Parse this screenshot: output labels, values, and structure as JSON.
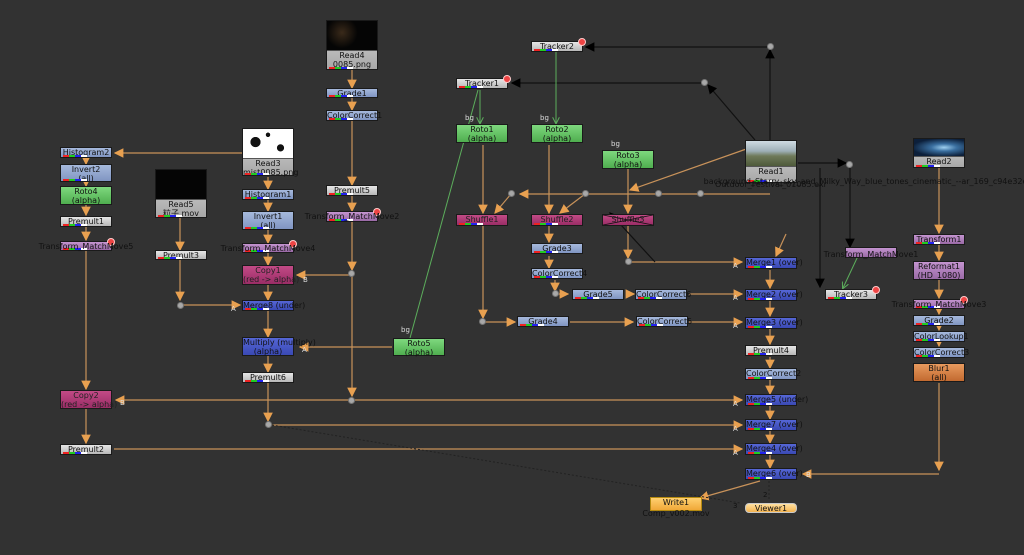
{
  "app": "Nuke Node Graph",
  "colors": {
    "background": "#323232",
    "pipe": "#e8a050",
    "tracker_link": "#000000",
    "expression_link": "#5cae5c",
    "merge_node": "#4a59c6",
    "color_node": "#93a8d0",
    "roto_node": "#66c466",
    "shuffle_node": "#b03c78",
    "transform_node": "#ae7fba",
    "filter_node": "#d88248",
    "write_node": "#f8c050"
  },
  "nodes": {
    "read4": {
      "name": "Read4",
      "sub": "0085.png"
    },
    "grade1": {
      "name": "Grade1"
    },
    "colorcorrect1": {
      "name": "ColorCorrect1"
    },
    "premult5": {
      "name": "Premult5"
    },
    "tmm2": {
      "name": "Transform_MatchMove2"
    },
    "read3": {
      "name": "Read3",
      "sub": "mist0085.png"
    },
    "histogram1": {
      "name": "Histogram1"
    },
    "invert1": {
      "name": "Invert1",
      "sub": "(all)"
    },
    "tmm4": {
      "name": "Transform_MatchMove4"
    },
    "copy1": {
      "name": "Copy1",
      "sub": "(red -> alpha)"
    },
    "merge8": {
      "name": "Merge8 (under)"
    },
    "multiply": {
      "name": "Multiply (multiply)",
      "sub": "(alpha)"
    },
    "premult6": {
      "name": "Premult6"
    },
    "histogram2": {
      "name": "Histogram2"
    },
    "invert2": {
      "name": "Invert2",
      "sub": "(all)"
    },
    "roto4": {
      "name": "Roto4",
      "sub": "(alpha)"
    },
    "premult1": {
      "name": "Premult1"
    },
    "tmm5": {
      "name": "Transform_MatchMove5"
    },
    "read5": {
      "name": "Read5",
      "sub": "粒子.mov"
    },
    "premult3": {
      "name": "Premult3"
    },
    "copy2": {
      "name": "Copy2",
      "sub": "(red -> alpha)"
    },
    "premult2": {
      "name": "Premult2"
    },
    "roto5": {
      "name": "Roto5",
      "sub": "(alpha)"
    },
    "tracker1": {
      "name": "Tracker1"
    },
    "tracker2": {
      "name": "Tracker2"
    },
    "roto1": {
      "name": "Roto1",
      "sub": "(alpha)"
    },
    "roto2": {
      "name": "Roto2",
      "sub": "(alpha)"
    },
    "roto3": {
      "name": "Roto3",
      "sub": "(alpha)"
    },
    "shuffle1": {
      "name": "Shuffle1"
    },
    "shuffle2": {
      "name": "Shuffle2"
    },
    "shuffle3": {
      "name": "Shuffle3"
    },
    "grade3": {
      "name": "Grade3"
    },
    "colorcorrect4": {
      "name": "ColorCorrect4"
    },
    "grade5": {
      "name": "Grade5"
    },
    "colorcorrect6": {
      "name": "ColorCorrect6"
    },
    "grade4": {
      "name": "Grade4"
    },
    "colorcorrect5": {
      "name": "ColorCorrect5"
    },
    "read1": {
      "name": "Read1",
      "sub": "Outdoor_Festival_01085.exr"
    },
    "read1_overlap": {
      "name": "background_Starry_sky_and_Milky_Way_blue_tones_cinematic_--ar_169_c94e32ea"
    },
    "merge1": {
      "name": "Merge1 (over)"
    },
    "merge2": {
      "name": "Merge2 (over)"
    },
    "merge3": {
      "name": "Merge3 (over)"
    },
    "premult4": {
      "name": "Premult4"
    },
    "colorcorrect2": {
      "name": "ColorCorrect2"
    },
    "merge5": {
      "name": "Merge5 (under)"
    },
    "merge7": {
      "name": "Merge7 (over)"
    },
    "merge4": {
      "name": "Merge4 (over)"
    },
    "merge6": {
      "name": "Merge6 (over)"
    },
    "write1": {
      "name": "Write1",
      "sub": "Comp_v002.mov"
    },
    "viewer1": {
      "name": "Viewer1"
    },
    "tmm1": {
      "name": "Transform_MatchMove1"
    },
    "tracker3": {
      "name": "Tracker3"
    },
    "read2": {
      "name": "Read2"
    },
    "transform1": {
      "name": "Transform1"
    },
    "reformat1": {
      "name": "Reformat1",
      "sub": "(HD_1080)"
    },
    "tmm3": {
      "name": "Transform_MatchMove3"
    },
    "grade2": {
      "name": "Grade2"
    },
    "colorlookup1": {
      "name": "ColorLookup1"
    },
    "colorcorrect3": {
      "name": "ColorCorrect3"
    },
    "blur1": {
      "name": "Blur1",
      "sub": "(all)"
    }
  },
  "input_labels": {
    "a": "A",
    "b": "B",
    "bg": "bg",
    "viewer_in_2": "2",
    "viewer_in_3": "3"
  }
}
